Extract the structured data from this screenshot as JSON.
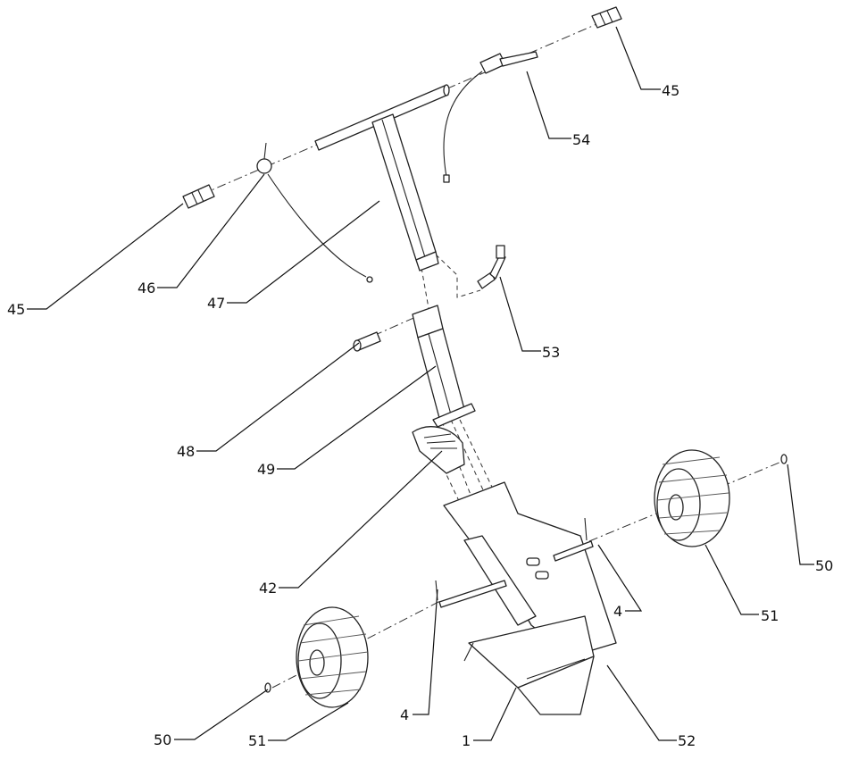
{
  "diagram": {
    "callouts": [
      {
        "id": "c45a",
        "text": "45"
      },
      {
        "id": "c46",
        "text": "46"
      },
      {
        "id": "c47",
        "text": "47"
      },
      {
        "id": "c45b",
        "text": "45"
      },
      {
        "id": "c54",
        "text": "54"
      },
      {
        "id": "c53",
        "text": "53"
      },
      {
        "id": "c48",
        "text": "48"
      },
      {
        "id": "c49",
        "text": "49"
      },
      {
        "id": "c42",
        "text": "42"
      },
      {
        "id": "c50a",
        "text": "50"
      },
      {
        "id": "c51a",
        "text": "51"
      },
      {
        "id": "c4a",
        "text": "4"
      },
      {
        "id": "c4b",
        "text": "4"
      },
      {
        "id": "c50b",
        "text": "50"
      },
      {
        "id": "c51b",
        "text": "51"
      },
      {
        "id": "c1",
        "text": "1"
      },
      {
        "id": "c52",
        "text": "52"
      }
    ]
  }
}
